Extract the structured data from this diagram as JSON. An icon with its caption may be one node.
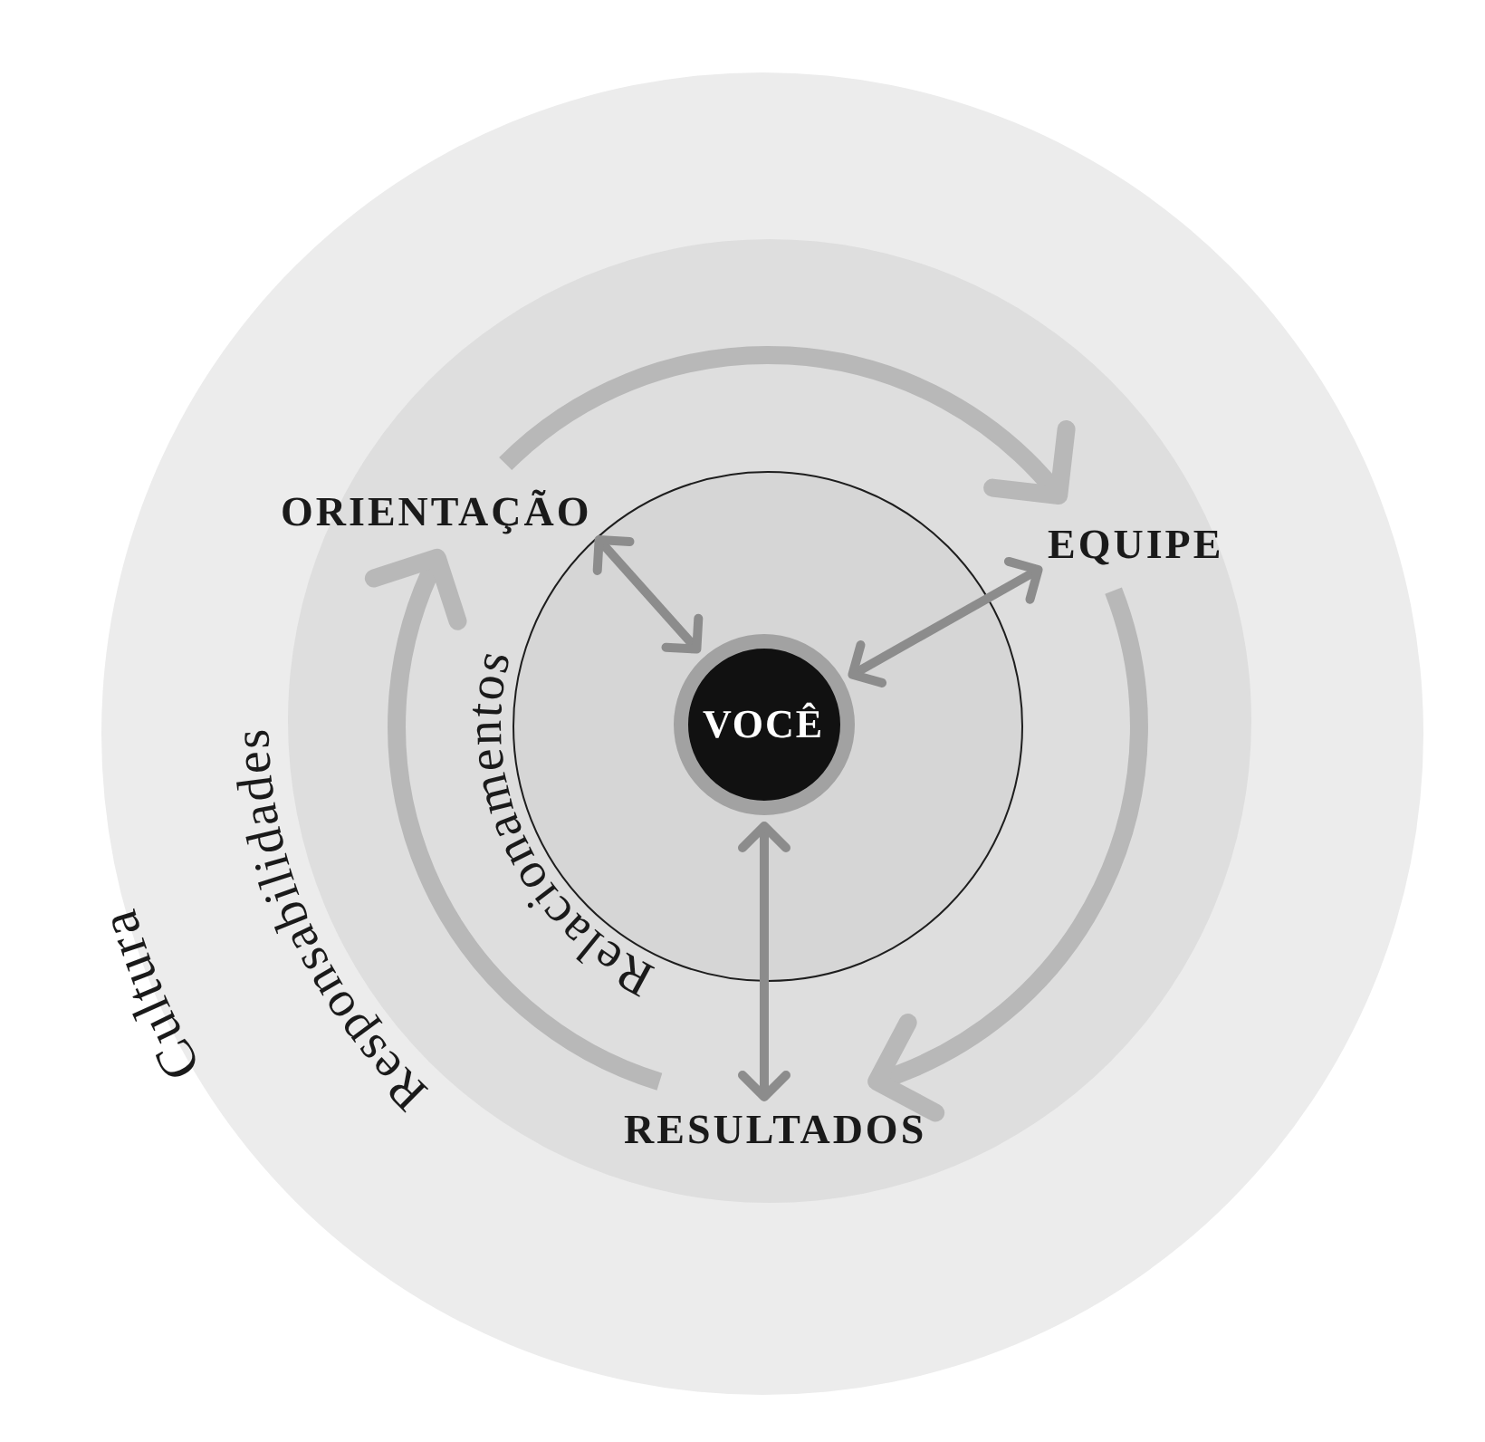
{
  "diagram": {
    "nodes": [
      {
        "text": [
          "Cultura"
        ]
      },
      {
        "text": [
          "Responsabilidades"
        ],
        "in": 0
      },
      {
        "text": [
          "Relacionamentos"
        ],
        "in": 1
      },
      {
        "text": [
          "VOCÊ"
        ],
        "in": 2
      },
      {
        "text": [
          "ORIENTAÇÃO"
        ],
        "in": 1
      },
      {
        "text": [
          "EQUIPE"
        ],
        "in": 1
      },
      {
        "text": [
          "RESULTADOS"
        ],
        "in": 1
      }
    ],
    "edges": [
      {
        "from": 4,
        "to": 5,
        "arrow": "to",
        "style": "thick",
        "color": "#b8b8b8"
      },
      {
        "from": 5,
        "to": 6,
        "arrow": "to",
        "style": "thick",
        "color": "#b8b8b8"
      },
      {
        "from": 6,
        "to": 4,
        "arrow": "to",
        "style": "thick",
        "color": "#b8b8b8"
      },
      {
        "from": 4,
        "to": 3,
        "arrow": "both",
        "color": "#8c8c8c"
      },
      {
        "from": 5,
        "to": 3,
        "arrow": "both",
        "color": "#8c8c8c"
      },
      {
        "from": 6,
        "to": 3,
        "arrow": "both",
        "color": "#8c8c8c"
      }
    ]
  }
}
